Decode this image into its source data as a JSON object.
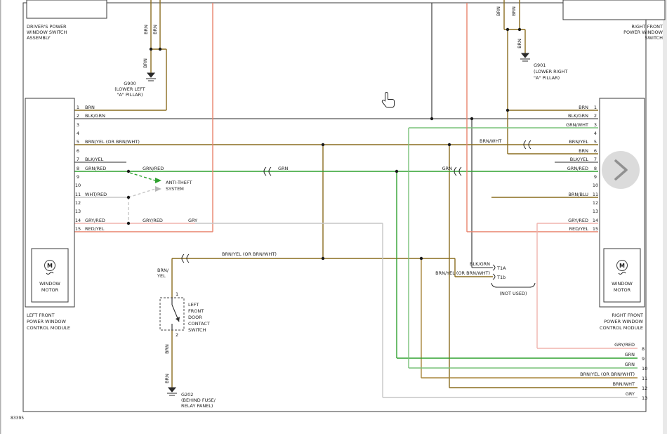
{
  "doc": {
    "number": "83395"
  },
  "colors": {
    "brn": "#8a6d1f",
    "brn_yel": "#a8853c",
    "grn": "#2fa12f",
    "grn_wht": "#79c279",
    "red_yel": "#e8836d",
    "gry_red": "#f0b4ae",
    "gry": "#c6c6c6",
    "blk": "#2b2b2b"
  },
  "icons": {
    "nav_next": "chevron-right-icon",
    "cursor": "hand-pointer-icon"
  },
  "top_left_assembly": {
    "caption": [
      "DRIVER'S POWER",
      "WINDOW SWITCH",
      "ASSEMBLY"
    ]
  },
  "top_right_switch": {
    "caption": [
      "RIGHT FRONT",
      "POWER WINDOW",
      "SWITCH"
    ]
  },
  "wire_names": {
    "brn": "BRN"
  },
  "grounds": {
    "g900": {
      "name": "G900",
      "loc1": "(LOWER LEFT",
      "loc2": "\"A\" PILLAR)"
    },
    "g901": {
      "name": "G901",
      "loc1": "(LOWER RIGHT",
      "loc2": "\"A\" PILLAR)"
    },
    "g202": {
      "name": "G202",
      "loc1": "(BEHIND FUSE/",
      "loc2": "RELAY PANEL)"
    }
  },
  "left_module": {
    "caption": [
      "LEFT FRONT",
      "POWER WINDOW",
      "CONTROL MODULE"
    ],
    "motor_symbol": "M",
    "motor_line1": "WINDOW",
    "motor_line2": "MOTOR",
    "pins": [
      {
        "n": "1",
        "label": "BRN"
      },
      {
        "n": "2",
        "label": "BLK/GRN"
      },
      {
        "n": "3",
        "label": ""
      },
      {
        "n": "4",
        "label": ""
      },
      {
        "n": "5",
        "label": "BRN/YEL (OR BRN/WHT)"
      },
      {
        "n": "6",
        "label": ""
      },
      {
        "n": "7",
        "label": "BLK/YEL"
      },
      {
        "n": "8",
        "label": "GRN/RED"
      },
      {
        "n": "9",
        "label": ""
      },
      {
        "n": "10",
        "label": ""
      },
      {
        "n": "11",
        "label": "WHT/RED"
      },
      {
        "n": "12",
        "label": ""
      },
      {
        "n": "13",
        "label": ""
      },
      {
        "n": "14",
        "label": "GRY/RED"
      },
      {
        "n": "15",
        "label": "RED/YEL"
      }
    ]
  },
  "right_module": {
    "caption": [
      "RIGHT FRONT",
      "POWER WINDOW",
      "CONTROL MODULE"
    ],
    "motor_symbol": "M",
    "motor_line1": "WINDOW",
    "motor_line2": "MOTOR",
    "pins": [
      {
        "n": "1",
        "label": "BRN"
      },
      {
        "n": "2",
        "label": "BLK/GRN"
      },
      {
        "n": "3",
        "label": "GRN/WHT"
      },
      {
        "n": "4",
        "label": ""
      },
      {
        "n": "5",
        "label": "BRN/YEL"
      },
      {
        "n": "6",
        "label": "BRN"
      },
      {
        "n": "7",
        "label": "BLK/YEL"
      },
      {
        "n": "8",
        "label": "GRN/RED"
      },
      {
        "n": "9",
        "label": ""
      },
      {
        "n": "10",
        "label": ""
      },
      {
        "n": "11",
        "label": "BRN/BLU"
      },
      {
        "n": "12",
        "label": ""
      },
      {
        "n": "13",
        "label": ""
      },
      {
        "n": "14",
        "label": "GRY/RED"
      },
      {
        "n": "15",
        "label": "RED/YEL"
      }
    ]
  },
  "inline": {
    "grn_red_2": "GRN/RED",
    "grn_left": "GRN",
    "grn_right": "GRN",
    "gry_red_2": "GRY/RED",
    "gry": "GRY",
    "brn_wht": "BRN/WHT",
    "branch_label": "BRN/YEL (OR BRN/WHT)",
    "switch_feed_1": "BRN/",
    "switch_feed_2": "YEL"
  },
  "anti_theft": {
    "line1": "ANTI-THEFT",
    "line2": "SYSTEM"
  },
  "door_switch": {
    "pin_top": "1",
    "pin_bottom": "2",
    "caption": [
      "LEFT",
      "FRONT",
      "DOOR",
      "CONTACT",
      "SWITCH"
    ]
  },
  "terminals": {
    "t1a": {
      "label": "BLK/GRN",
      "name": "T1A"
    },
    "t1b": {
      "label": "BRN/YEL (OR BRN/WHT)",
      "name": "T1b"
    },
    "not_used": "(NOT USED)"
  },
  "bottom_pins": [
    {
      "n": "8",
      "label": "GRY/RED"
    },
    {
      "n": "9",
      "label": "GRN"
    },
    {
      "n": "10",
      "label": "GRN"
    },
    {
      "n": "11",
      "label": "BRN/YEL (OR BRN/WHT)"
    },
    {
      "n": "12",
      "label": "BRN/WHT"
    },
    {
      "n": "13",
      "label": "GRY"
    }
  ]
}
